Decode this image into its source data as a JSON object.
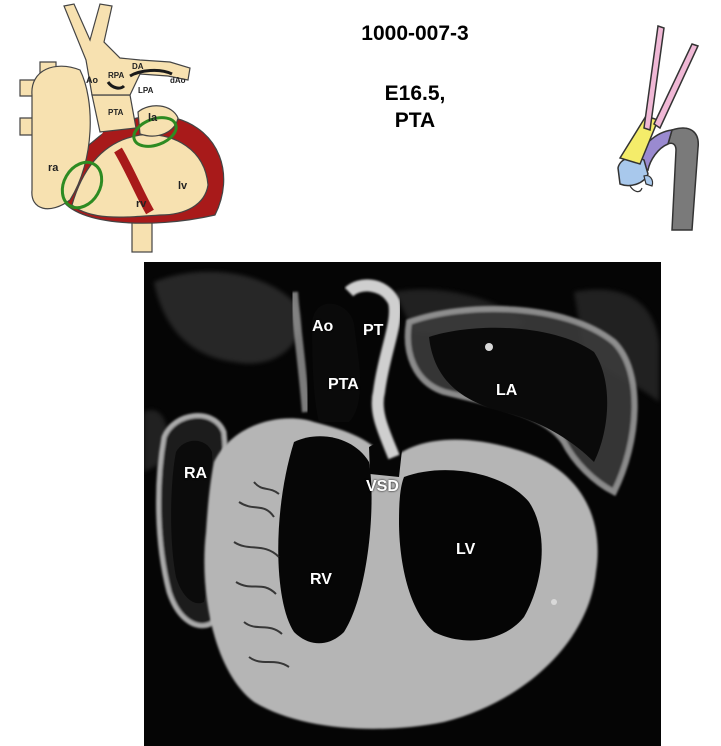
{
  "header": {
    "sample_id": "1000-007-3",
    "stage_line1": "E16.5,",
    "stage_line2": "PTA"
  },
  "schematic": {
    "labels": {
      "ao": "Ao",
      "rpa": "RPA",
      "da": "DA",
      "dao": "dAo",
      "lpa": "LPA",
      "pta": "PTA",
      "la": "la",
      "ra": "ra",
      "rv": "rv",
      "lv": "lv"
    }
  },
  "scan": {
    "labels": {
      "ao": "Ao",
      "pt": "PT",
      "pta": "PTA",
      "la": "LA",
      "ra": "RA",
      "vsd": "VSD",
      "rv": "RV",
      "lv": "LV"
    }
  },
  "colors": {
    "tissue": "#f7e1b0",
    "myocardium": "#a81a1a",
    "valve_ring": "#2e8b22",
    "vessel_pink": "#f0b8d6",
    "vessel_yellow": "#f4ec6a",
    "vessel_blue": "#a8c8ec",
    "vessel_purple": "#9a8ad0",
    "vessel_gray": "#7a7a7a"
  }
}
